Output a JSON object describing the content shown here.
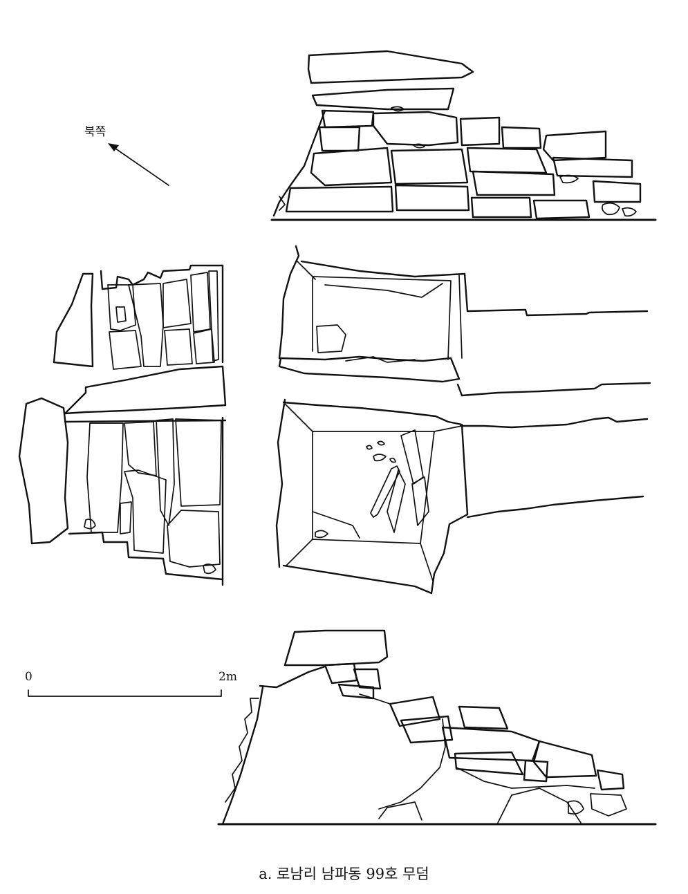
{
  "north_label": "북쪽",
  "scale": {
    "start": "0",
    "end": "2m"
  },
  "caption": "a. 로남리 남파동 99호 무덤"
}
